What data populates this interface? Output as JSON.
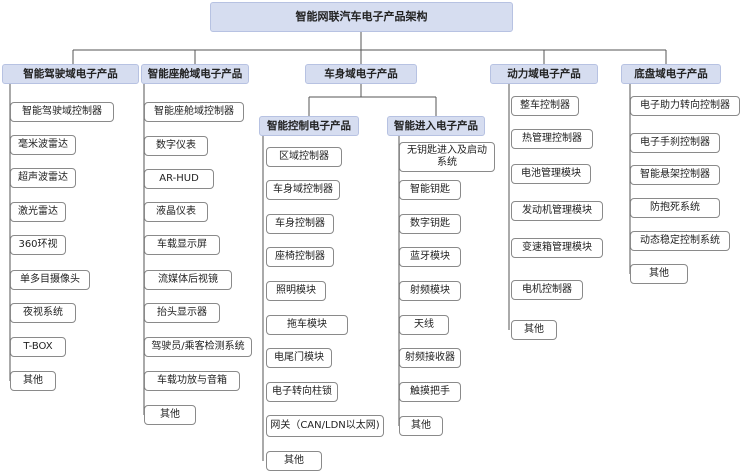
{
  "root": "智能网联汽车电子产品架构",
  "domains": {
    "adas": {
      "title": "智能驾驶域电子产品",
      "items": [
        "智能驾驶域控制器",
        "毫米波雷达",
        "超声波雷达",
        "激光雷达",
        "360环视",
        "单多目摄像头",
        "夜视系统",
        "T-BOX",
        "其他"
      ]
    },
    "cockpit": {
      "title": "智能座舱域电子产品",
      "items": [
        "智能座舱域控制器",
        "数字仪表",
        "AR-HUD",
        "液晶仪表",
        "车载显示屏",
        "流媒体后视镜",
        "抬头显示器",
        "驾驶员/乘客检测系统",
        "车载功放与音箱",
        "其他"
      ]
    },
    "body": {
      "title": "车身域电子产品",
      "control": {
        "title": "智能控制电子产品",
        "items": [
          "区域控制器",
          "车身域控制器",
          "车身控制器",
          "座椅控制器",
          "照明模块",
          "拖车模块",
          "电尾门模块",
          "电子转向柱锁",
          "网关（CAN/LDN以太网)",
          "其他"
        ]
      },
      "entry": {
        "title": "智能进入电子产品",
        "items": [
          "无钥匙进入及启动系统",
          "智能钥匙",
          "数字钥匙",
          "蓝牙模块",
          "射频模块",
          "天线",
          "射频接收器",
          "触摸把手",
          "其他"
        ]
      }
    },
    "power": {
      "title": "动力域电子产品",
      "items": [
        "整车控制器",
        "热管理控制器",
        "电池管理模块",
        "发动机管理模块",
        "变速箱管理模块",
        "电机控制器",
        "其他"
      ]
    },
    "chassis": {
      "title": "底盘域电子产品",
      "items": [
        "电子助力转向控制器",
        "电子手刹控制器",
        "智能悬架控制器",
        "防抱死系统",
        "动态稳定控制系统",
        "其他"
      ]
    }
  }
}
